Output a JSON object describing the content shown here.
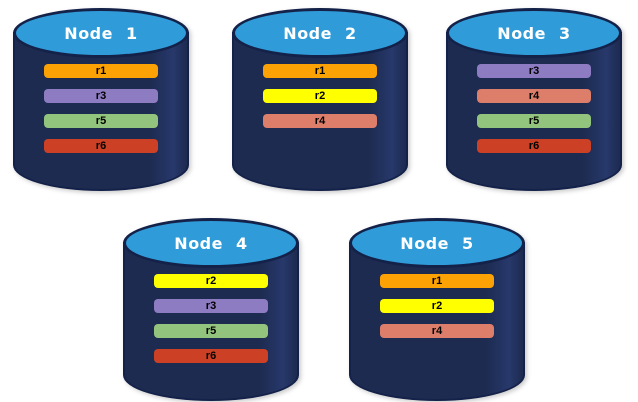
{
  "diagram": {
    "type": "database-replication-diagram",
    "nodes": [
      {
        "label": "Node 1",
        "replicas": [
          "r1",
          "r3",
          "r5",
          "r6"
        ]
      },
      {
        "label": "Node 2",
        "replicas": [
          "r1",
          "r2",
          "r4"
        ]
      },
      {
        "label": "Node 3",
        "replicas": [
          "r3",
          "r4",
          "r5",
          "r6"
        ]
      },
      {
        "label": "Node 4",
        "replicas": [
          "r2",
          "r3",
          "r5",
          "r6"
        ]
      },
      {
        "label": "Node 5",
        "replicas": [
          "r1",
          "r2",
          "r4"
        ]
      }
    ],
    "replica_colors": {
      "r1": "#FCA204",
      "r2": "#FFFF00",
      "r3": "#8E7CC3",
      "r4": "#DD7E6B",
      "r5": "#93C47D",
      "r6": "#CC4125"
    },
    "colors": {
      "background": "#ffffff",
      "cylinder_body": "#1D2B50",
      "cylinder_border": "#14224A",
      "cylinder_top": "#2F9CD9",
      "node_title_text": "#FFFFFF",
      "replica_text": "#000000"
    }
  }
}
